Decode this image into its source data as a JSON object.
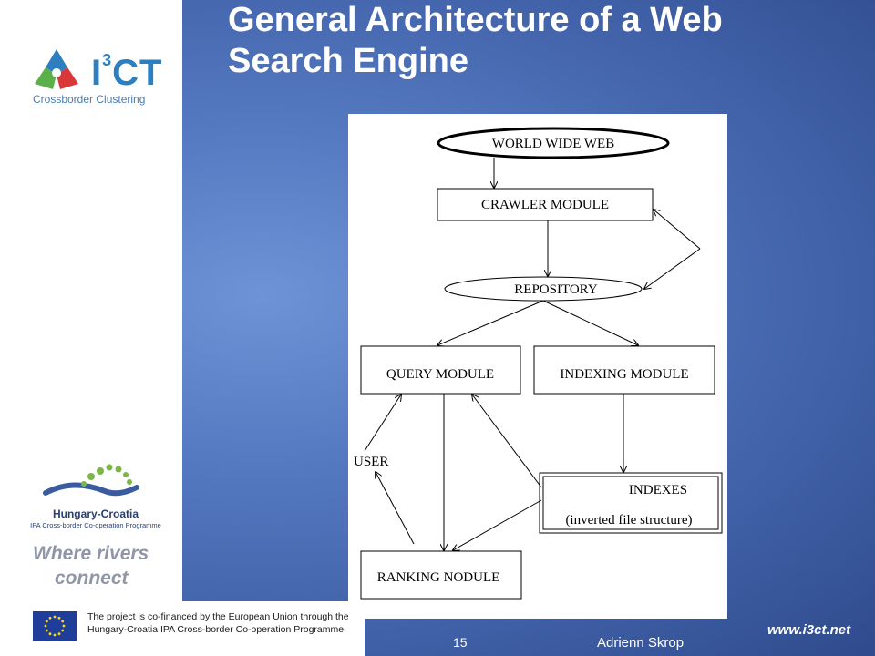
{
  "slide": {
    "title_lines": [
      "General Architecture of a Web",
      "Search Engine"
    ],
    "page_number": "15",
    "author": "Adrienn Skrop",
    "website": "www.i3ct.net"
  },
  "logos": {
    "i3ct": {
      "wordmark": "I",
      "sup": "3",
      "suffix": "CT",
      "tagline": "Crossborder Clustering"
    },
    "program": {
      "name": "Hungary-Croatia",
      "subtitle": "IPA Cross-border Co-operation Programme"
    },
    "slogan_lines": [
      "Where rivers",
      "connect"
    ]
  },
  "footer": {
    "cofinance_lines": [
      "The project is co-financed by the European Union through the",
      "Hungary-Croatia IPA Cross-border Co-operation Programme"
    ]
  },
  "diagram": {
    "nodes": {
      "world_wide_web": "WORLD WIDE WEB",
      "crawler_module": "CRAWLER MODULE",
      "repository": "REPOSITORY",
      "query_module": "QUERY MODULE",
      "indexing_module": "INDEXING MODULE",
      "indexes_title": "INDEXES",
      "indexes_subtitle": "(inverted file structure)",
      "ranking_module": "RANKING NODULE",
      "user": "USER"
    }
  },
  "colors": {
    "title": "#ffffff",
    "slide_background": "#4a6db0",
    "i3ct_blue": "#2d7fc0",
    "slogan_gray": "#8f96a6"
  }
}
